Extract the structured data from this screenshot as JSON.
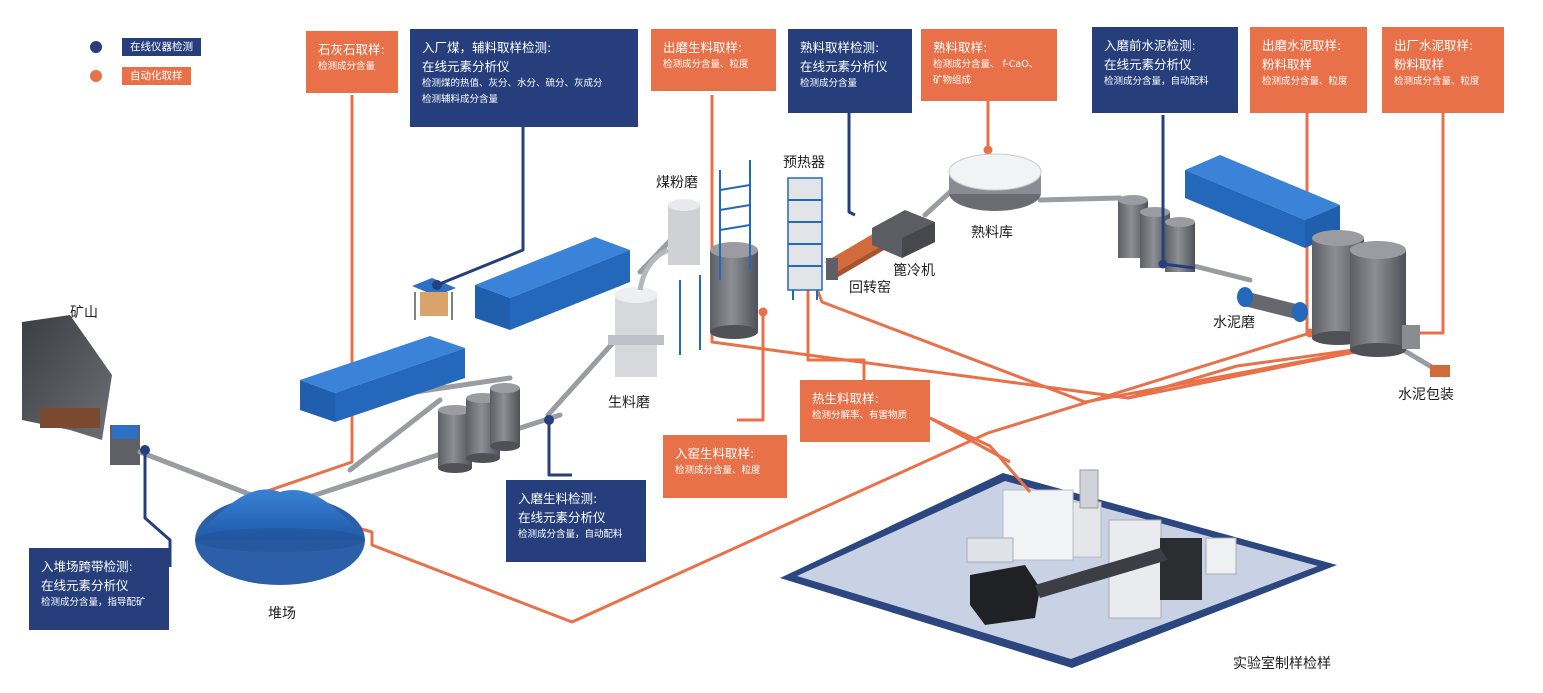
{
  "colors": {
    "online": "#263f7c",
    "sampling": "#e8714a",
    "equipment": "#2c6fc3",
    "silo": "#707278"
  },
  "legend": [
    {
      "label": "在线仪器检测",
      "color": "#263f7c"
    },
    {
      "label": "自动化取样",
      "color": "#e8714a"
    }
  ],
  "labels": {
    "mine": "矿山",
    "stockpile": "堆场",
    "coal_mill": "煤粉磨",
    "raw_mill": "生料磨",
    "preheater": "预热器",
    "rotary_kiln": "回转窑",
    "grate_cooler": "篦冷机",
    "clinker_silo": "熟料库",
    "cement_mill": "水泥磨",
    "cement_packing": "水泥包装",
    "lab": "实验室制样检样"
  },
  "callouts": {
    "limestone": {
      "title": "石灰石取样:",
      "lines": [
        "检测成分含量"
      ]
    },
    "coal_in": {
      "title": "入厂煤，辅料取样检测:",
      "subtitle": "在线元素分析仪",
      "lines": [
        "检测煤的热值、灰分、水分、硫分、灰成分",
        "检测辅料成分含量"
      ]
    },
    "raw_out": {
      "title": "出磨生料取样:",
      "lines": [
        "检测成分含量、粒度"
      ]
    },
    "clinker_detect": {
      "title": "熟料取样检测:",
      "subtitle": "在线元素分析仪",
      "lines": [
        "检测成分含量"
      ]
    },
    "clinker_sample": {
      "title": "熟料取样:",
      "lines": [
        "检测成分含量、 f-CaO、",
        "矿物组成"
      ]
    },
    "cement_pre": {
      "title": "入磨前水泥检测:",
      "subtitle": "在线元素分析仪",
      "lines": [
        "检测成分含量，自动配料"
      ]
    },
    "cement_out_mill": {
      "title": "出磨水泥取样:",
      "subtitle": "粉料取样",
      "lines": [
        "检测成分含量、粒度"
      ]
    },
    "cement_out_plant": {
      "title": "出厂水泥取样:",
      "subtitle": "粉料取样",
      "lines": [
        "检测成分含量、粒度"
      ]
    },
    "hot_raw": {
      "title": "热生料取样:",
      "lines": [
        "检测分解率、有害物质"
      ]
    },
    "kiln_raw": {
      "title": "入窑生料取样:",
      "lines": [
        "检测成分含量、粒度"
      ]
    },
    "raw_in": {
      "title": "入磨生料检测:",
      "subtitle": "在线元素分析仪",
      "lines": [
        "检测成分含量，自动配料"
      ]
    },
    "stockpile_belt": {
      "title": "入堆场跨带检测:",
      "subtitle": "在线元素分析仪",
      "lines": [
        "检测成分含量，指导配矿"
      ]
    }
  }
}
